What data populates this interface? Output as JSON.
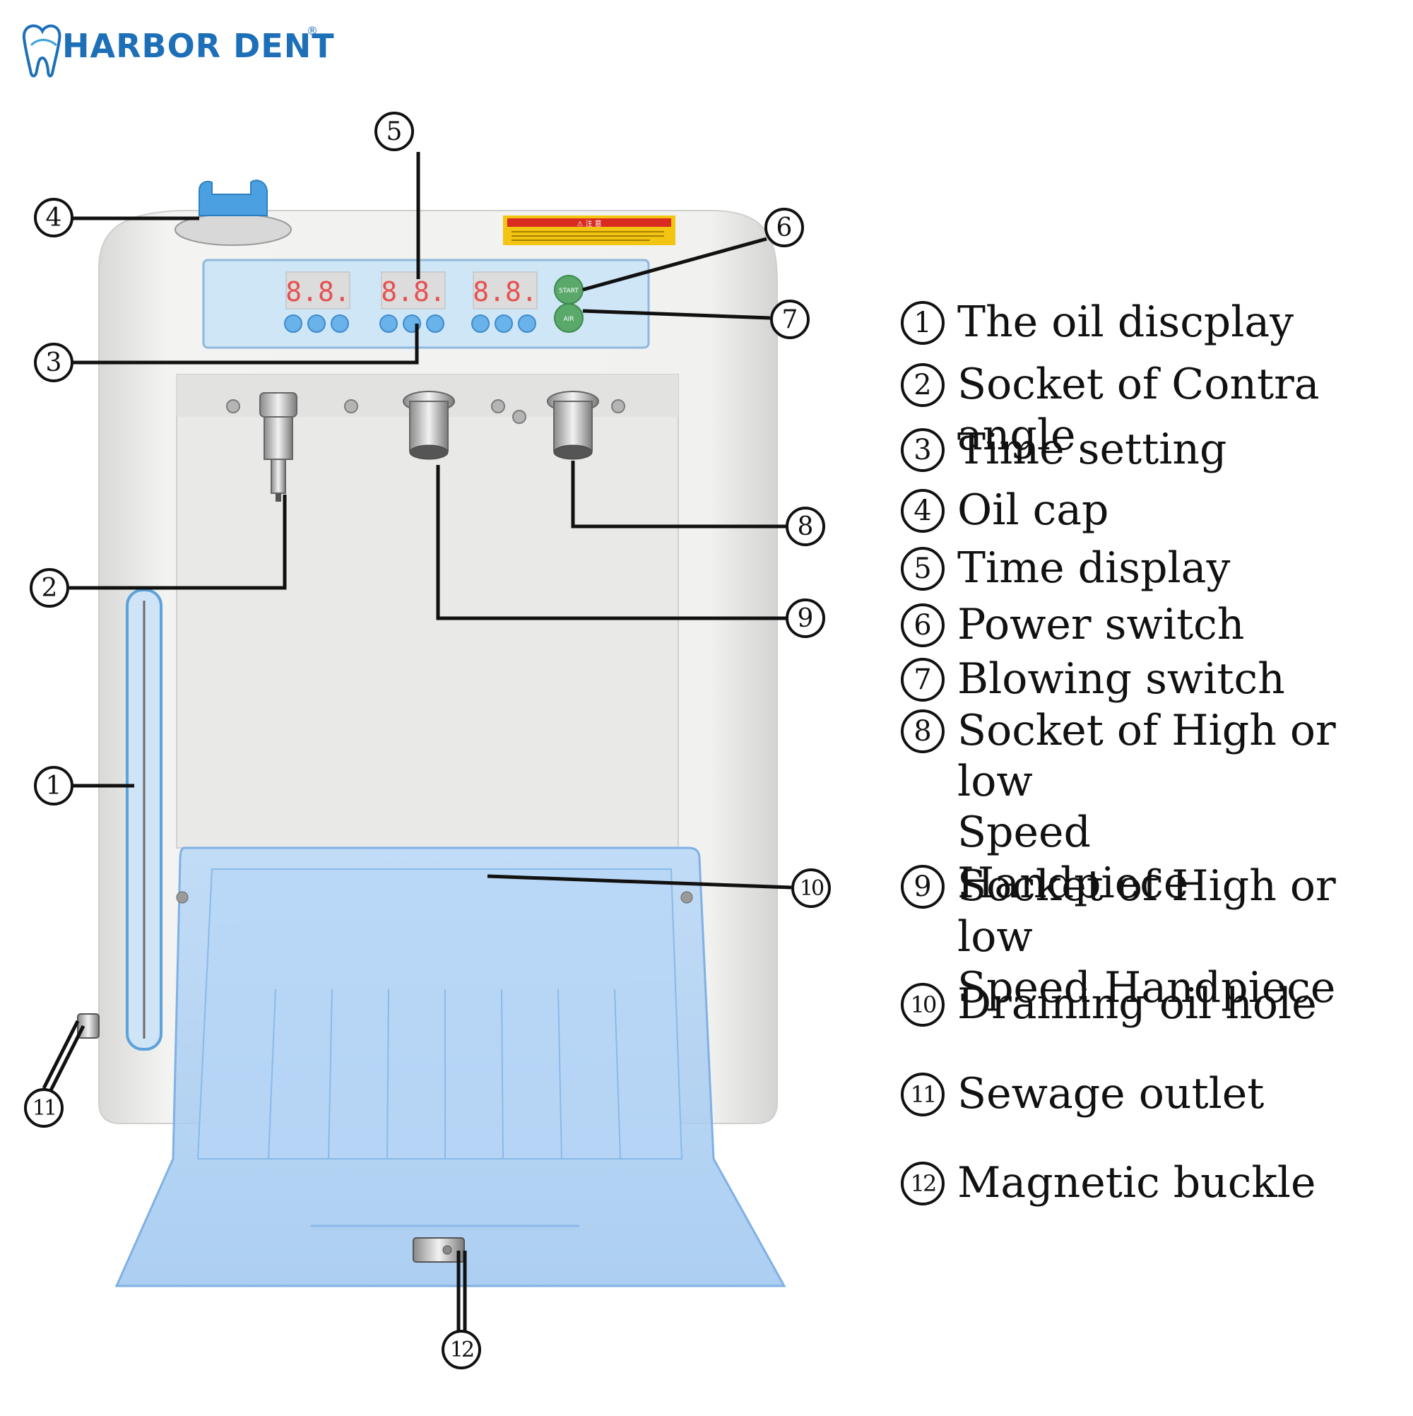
{
  "brand": {
    "name": "HARBOR DENT",
    "registered_mark": "®",
    "color": "#1d6fb8"
  },
  "panel": {
    "start_label": "START",
    "air_label": "AIR",
    "display_segments": [
      "8.8.",
      "8.8.",
      "8.8."
    ],
    "warning_label": "⚠ 注 意"
  },
  "callouts": [
    "1",
    "2",
    "3",
    "4",
    "5",
    "6",
    "7",
    "8",
    "9",
    "10",
    "11",
    "12"
  ],
  "legend": [
    {
      "num": "1",
      "text": "The oil discplay"
    },
    {
      "num": "2",
      "text": "Socket of Contra angle"
    },
    {
      "num": "3",
      "text": "Time setting"
    },
    {
      "num": "4",
      "text": "Oil cap"
    },
    {
      "num": "5",
      "text": "Time display"
    },
    {
      "num": "6",
      "text": "Power switch"
    },
    {
      "num": "7",
      "text": "Blowing switch"
    },
    {
      "num": "8",
      "text": "Socket of High or low\nSpeed\nHandpiece"
    },
    {
      "num": "9",
      "text": "Socket of High or low\nSpeed Handpiece"
    },
    {
      "num": "10",
      "text": "Draining oil hole"
    },
    {
      "num": "11",
      "text": "Sewage outlet"
    },
    {
      "num": "12",
      "text": "Magnetic buckle"
    }
  ],
  "colors": {
    "body": "#eeeeec",
    "panel": "#cfe6f7",
    "tray": "#a9cdf3",
    "button_green": "#5aa96a",
    "display_red": "#e65050"
  }
}
